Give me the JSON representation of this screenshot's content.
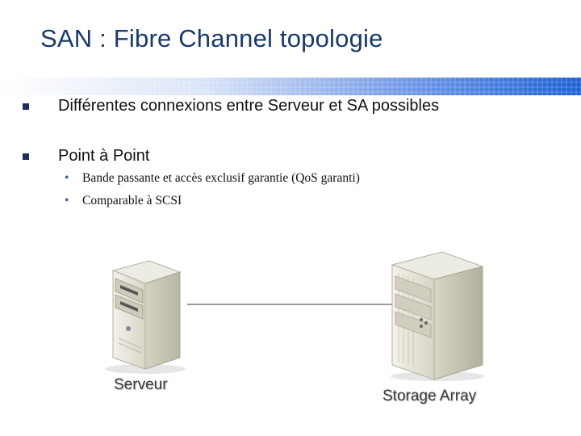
{
  "slide": {
    "title": "SAN : Fibre Channel topologie",
    "bullets": [
      {
        "text": "Différentes connexions entre Serveur et SA possibles",
        "sub": []
      },
      {
        "text": "Point à Point",
        "sub": [
          "Bande passante et accès exclusif garantie (QoS garanti)",
          "Comparable à SCSI"
        ]
      }
    ]
  },
  "diagram": {
    "nodes": [
      {
        "id": "server",
        "label": "Serveur",
        "icon": "server-tower-icon"
      },
      {
        "id": "storage",
        "label": "Storage Array",
        "icon": "storage-array-icon"
      }
    ],
    "links": [
      {
        "from": "server",
        "to": "storage"
      }
    ]
  },
  "colors": {
    "title": "#1a3a6a",
    "bar_blue": "#1a5fd8",
    "bullet_marker": "#1f2f5a"
  }
}
